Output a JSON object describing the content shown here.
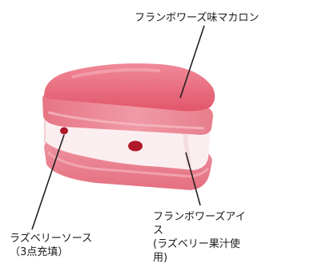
{
  "labels": {
    "macaron": "フランボワーズ味マカロン",
    "ice": [
      "フランボワーズアイ",
      "ス",
      "(ラズベリー果汁使",
      "用)"
    ],
    "sauce": [
      "ラズベリーソース",
      "（3点充填）"
    ]
  },
  "colors": {
    "shell_top": "#e86b7c",
    "shell_body": "#e97e8c",
    "shell_light": "#f3a8b2",
    "ice": "#fbeef0",
    "sauce": "#b0172a",
    "leader": "#222222"
  }
}
